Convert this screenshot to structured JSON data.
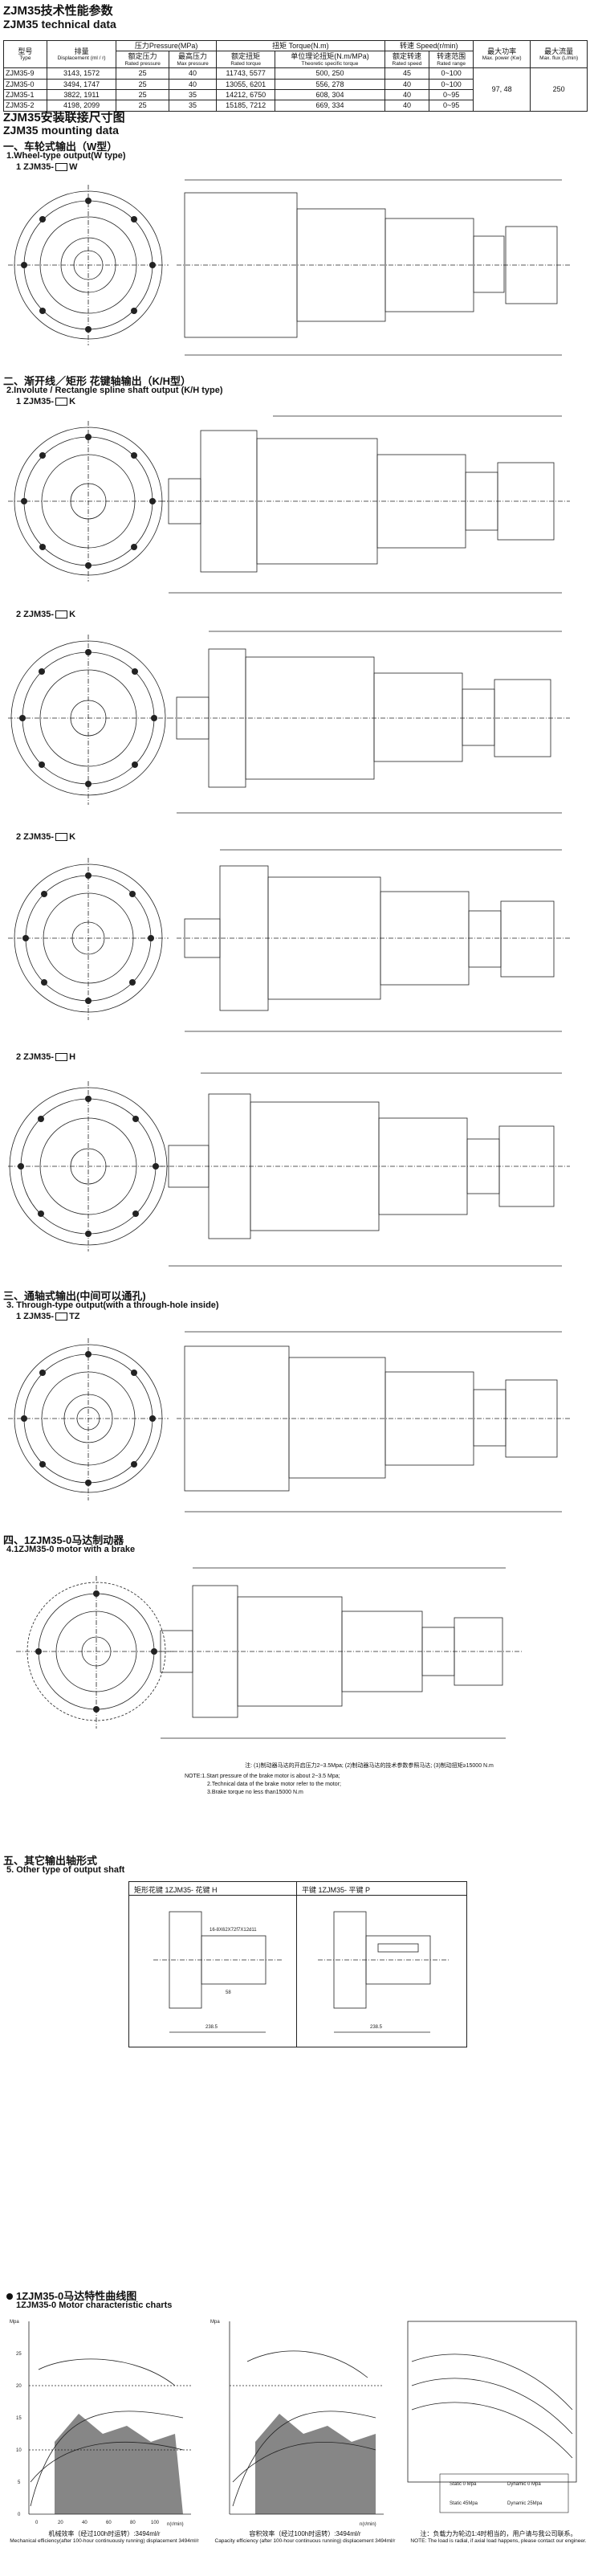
{
  "header": {
    "title_cn": "ZJM35技术性能参数",
    "title_en": "ZJM35 technical data"
  },
  "spec_table": {
    "headers": {
      "type_cn": "型号",
      "type_en": "Type",
      "disp_cn": "排量",
      "disp_en": "Displacement (ml / r)",
      "pressure_group": "压力Pressure(MPa)",
      "rated_p_cn": "额定压力",
      "rated_p_en": "Rated pressure",
      "max_p_cn": "最高压力",
      "max_p_en": "Max pressure",
      "torque_group": "扭矩 Torque(N.m)",
      "rated_t_cn": "额定扭矩",
      "rated_t_en": "Rated torque",
      "theo_t_cn": "单位理论扭矩(N.m/MPa)",
      "theo_t_en": "Theoretic specific torque",
      "speed_group": "转速 Speed(r/min)",
      "rated_s_cn": "额定转速",
      "rated_s_en": "Rated speed",
      "range_s_cn": "转速范围",
      "range_s_en": "Rated range",
      "power_cn": "最大功率",
      "power_en": "Max. power (Kw)",
      "flux_cn": "最大流量",
      "flux_en": "Max. flux (L/min)"
    },
    "rows": [
      {
        "type": "ZJM35-9",
        "disp": "3143, 1572",
        "rated_p": "25",
        "max_p": "40",
        "rated_t": "11743, 5577",
        "theo_t": "500, 250",
        "rated_s": "45",
        "range_s": "0~100"
      },
      {
        "type": "ZJM35-0",
        "disp": "3494, 1747",
        "rated_p": "25",
        "max_p": "40",
        "rated_t": "13055, 6201",
        "theo_t": "556, 278",
        "rated_s": "40",
        "range_s": "0~100"
      },
      {
        "type": "ZJM35-1",
        "disp": "3822, 1911",
        "rated_p": "25",
        "max_p": "35",
        "rated_t": "14212, 6750",
        "theo_t": "608, 304",
        "rated_s": "40",
        "range_s": "0~95"
      },
      {
        "type": "ZJM35-2",
        "disp": "4198, 2099",
        "rated_p": "25",
        "max_p": "35",
        "rated_t": "15185, 7212",
        "theo_t": "669, 334",
        "rated_s": "40",
        "range_s": "0~95"
      }
    ],
    "max_power": "97, 48",
    "max_flux": "250"
  },
  "mounting": {
    "title_cn": "ZJM35安装联接尺寸图",
    "title_en": "ZJM35 mounting data",
    "sec1_cn": "一、车轮式输出（W型）",
    "sec1_en": "1.Wheel-type output(W type)",
    "sec1_model": "1 ZJM35-",
    "sec1_suffix": "W",
    "sec2_cn": "二、渐开线／矩形 花键轴输出（K/H型）",
    "sec2_en": "2.Involute / Rectangle spline shaft output (K/H type)",
    "sec2a_model": "1 ZJM35-",
    "sec2a_suffix": "K",
    "sec2b_model": "2 ZJM35-",
    "sec2b_suffix": "K",
    "sec2c_model": "2 ZJM35-",
    "sec2c_suffix": "K",
    "sec2d_model": "2 ZJM35-",
    "sec2d_suffix": "H",
    "sec3_cn": "三、通轴式输出(中间可以通孔)",
    "sec3_en": "3. Through-type output(with a through-hole inside)",
    "sec3_model": "1 ZJM35-",
    "sec3_suffix": "TZ",
    "sec4_cn": "四、1ZJM35-0马达制动器",
    "sec4_en": "4.1ZJM35-0 motor with a brake",
    "sec5_cn": "五、其它输出轴形式",
    "sec5_en": "5. Other type of output shaft",
    "sec6_cn": "1ZJM35-0马达特性曲线图",
    "sec6_en": "1ZJM35-0 Motor characteristic charts"
  },
  "brake_notes": {
    "cn": "注: (1)制动器马达的开启压力2~3.5Mpa; (2)制动器马达的技术参数参照马达; (3)制动扭矩≥15000 N.m",
    "en1": "NOTE:1.Start pressure of the brake motor is about 2~3.5 Mpa;",
    "en2": "2.Technical data of the brake motor refer to the motor;",
    "en3": "3.Brake torque no less than15000 N.m"
  },
  "shaft_types": {
    "left_label": "矩形花键 1ZJM35- 花键 H",
    "right_label": "平键 1ZJM35- 平键 P",
    "dims": [
      "16-8X62X72f7X12d11",
      "238.5",
      "58"
    ]
  },
  "charts": {
    "chart1_axis_y": "Mpa",
    "chart1_axis_x": "n(r/min)",
    "chart1_caption_cn": "机械效率（经过100h时运转）:3494ml/r",
    "chart1_caption_en": "Mechanical efficiency(after 100-hour continuously running)  displacement 3494ml/r",
    "chart2_axis_y": "Mpa",
    "chart2_axis_x": "n(r/min)",
    "chart2_caption_cn": "容积效率（经过100h时运转）:3494ml/r",
    "chart2_caption_en": "Capacity efficiency  (after 100-hour continuous running)  displacement 3494ml/r",
    "chart3_caption_cn": "注：负载力为轮边1:4时相当的，用户请与我公司联系。",
    "chart3_caption_en": "NOTE: The load is radial, if axial load happens, please contact our engineer.",
    "legend": [
      "Static 0 Mpa",
      "Dynamic 0 Mpa",
      "Static 45Mpa",
      "Dynamic 25Mpa"
    ],
    "tick_x": [
      "0",
      "20",
      "40",
      "60",
      "80",
      "100"
    ],
    "tick_y": [
      "0",
      "5",
      "10",
      "15",
      "20",
      "25"
    ]
  },
  "colors": {
    "line": "#222222",
    "blue_box": "#2a5cc4"
  }
}
